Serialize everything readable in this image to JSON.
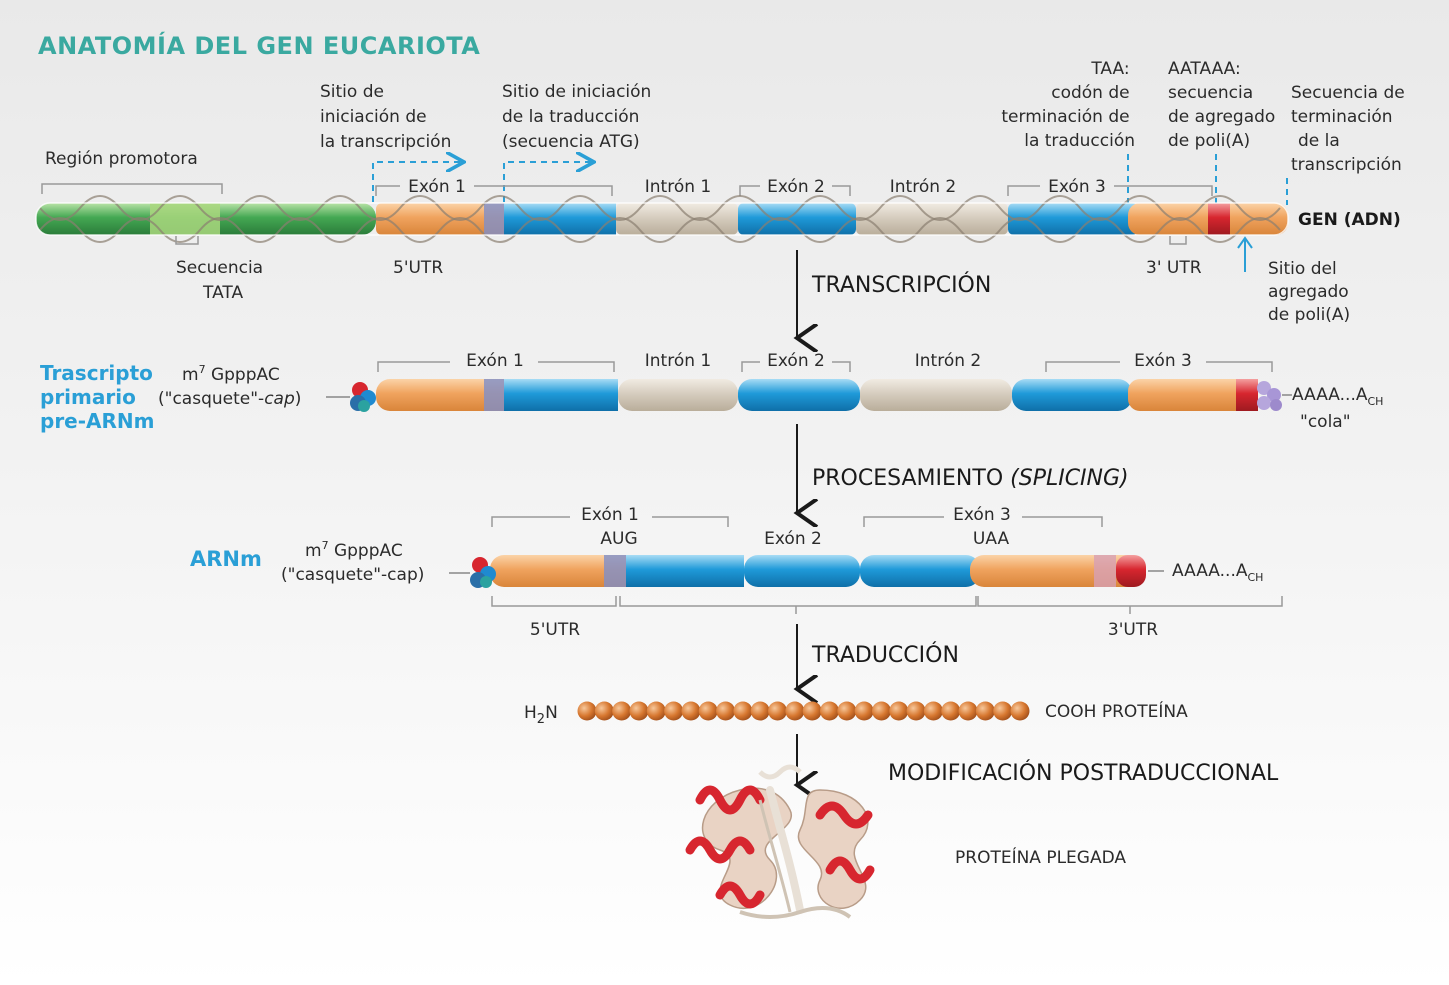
{
  "title": "ANATOMÍA DEL GEN EUCARIOTA",
  "gene": {
    "label": "GEN (ADN)",
    "promoter": "Región promotora",
    "tata": [
      "Secuencia",
      "TATA"
    ],
    "tx_start": [
      "Sitio de",
      "iniciación de",
      "la transcripción"
    ],
    "tl_start": [
      "Sitio de iniciación",
      "de la traducción",
      "(secuencia ATG)"
    ],
    "stop": [
      "TAA:",
      "codón de",
      "terminación de",
      "la traducción"
    ],
    "polya_signal": [
      "AATAAA:",
      "secuencia",
      "de agregado",
      "de poli(A)"
    ],
    "tx_end": [
      "Secuencia de",
      "terminación",
      "de la",
      "transcripción"
    ],
    "exon1": "Exón 1",
    "intron1": "Intrón 1",
    "exon2": "Exón 2",
    "intron2": "Intrón 2",
    "exon3": "Exón 3",
    "utr5": "5'UTR",
    "utr3": "3' UTR",
    "polya_site": [
      "Sitio del",
      "agregado",
      "de poli(A)"
    ]
  },
  "steps": {
    "transcription": "TRANSCRIPCIÓN",
    "processing": "PROCESAMIENTO",
    "processing_italic": "(SPLICING)",
    "translation": "TRADUCCIÓN",
    "ptm": "MODIFICACIÓN POSTRADUCCIONAL"
  },
  "pre_mrna": {
    "label": [
      "Trascripto",
      "primario",
      "pre-ARNm"
    ],
    "cap_m": "m",
    "cap_sup": "7",
    "cap_seq": " GpppAC",
    "cap_desc_pre": "(\"casquete\"-",
    "cap_desc_italic": "cap",
    "cap_desc_post": ")",
    "exon1": "Exón 1",
    "intron1": "Intrón 1",
    "exon2": "Exón 2",
    "intron2": "Intrón 2",
    "exon3": "Exón 3",
    "tail": "AAAA...A",
    "tail_sub": "CH",
    "tail_desc": "\"cola\""
  },
  "mrna": {
    "label": "ARNm",
    "cap_m": "m",
    "cap_sup": "7",
    "cap_seq": " GpppAC",
    "cap_desc": "(\"casquete\"-cap)",
    "exon1": "Exón 1",
    "aug": "AUG",
    "exon2": "Exón 2",
    "exon3": "Exón 3",
    "uaa": "UAA",
    "tail": "AAAA...A",
    "tail_sub": "CH",
    "utr5": "5'UTR",
    "utr3": "3'UTR"
  },
  "protein": {
    "h2n_h": "H",
    "h2n_sub": "2",
    "h2n_n": "N",
    "cooh": "COOH PROTEÍNA",
    "folded": "PROTEÍNA PLEGADA"
  },
  "colors": {
    "title": "#3aa9a0",
    "accent_blue": "#2a9fd6",
    "orange": "#f0a35e",
    "blue": "#1f9ad9",
    "intron": "#d6cdbf",
    "green": "#44a853",
    "red": "#d7262f",
    "bead": "#d7772f"
  }
}
